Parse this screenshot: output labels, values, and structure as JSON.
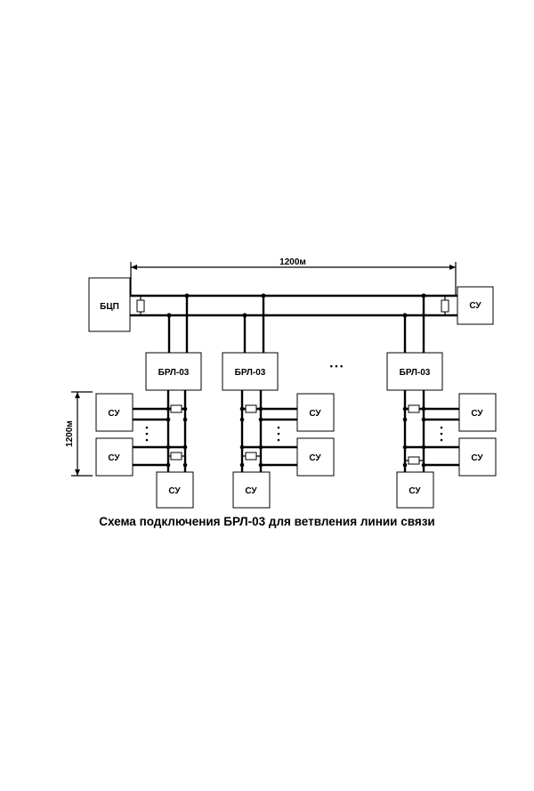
{
  "diagram": {
    "bcp_label": "БЦП",
    "su_label": "СУ",
    "brl_label": "БРЛ-03",
    "span_top_label": "1200м",
    "span_side_label": "1200м",
    "ellipsis_h": "• • •",
    "caption": "Схема подключения БРЛ-03 для ветвления линии связи"
  }
}
